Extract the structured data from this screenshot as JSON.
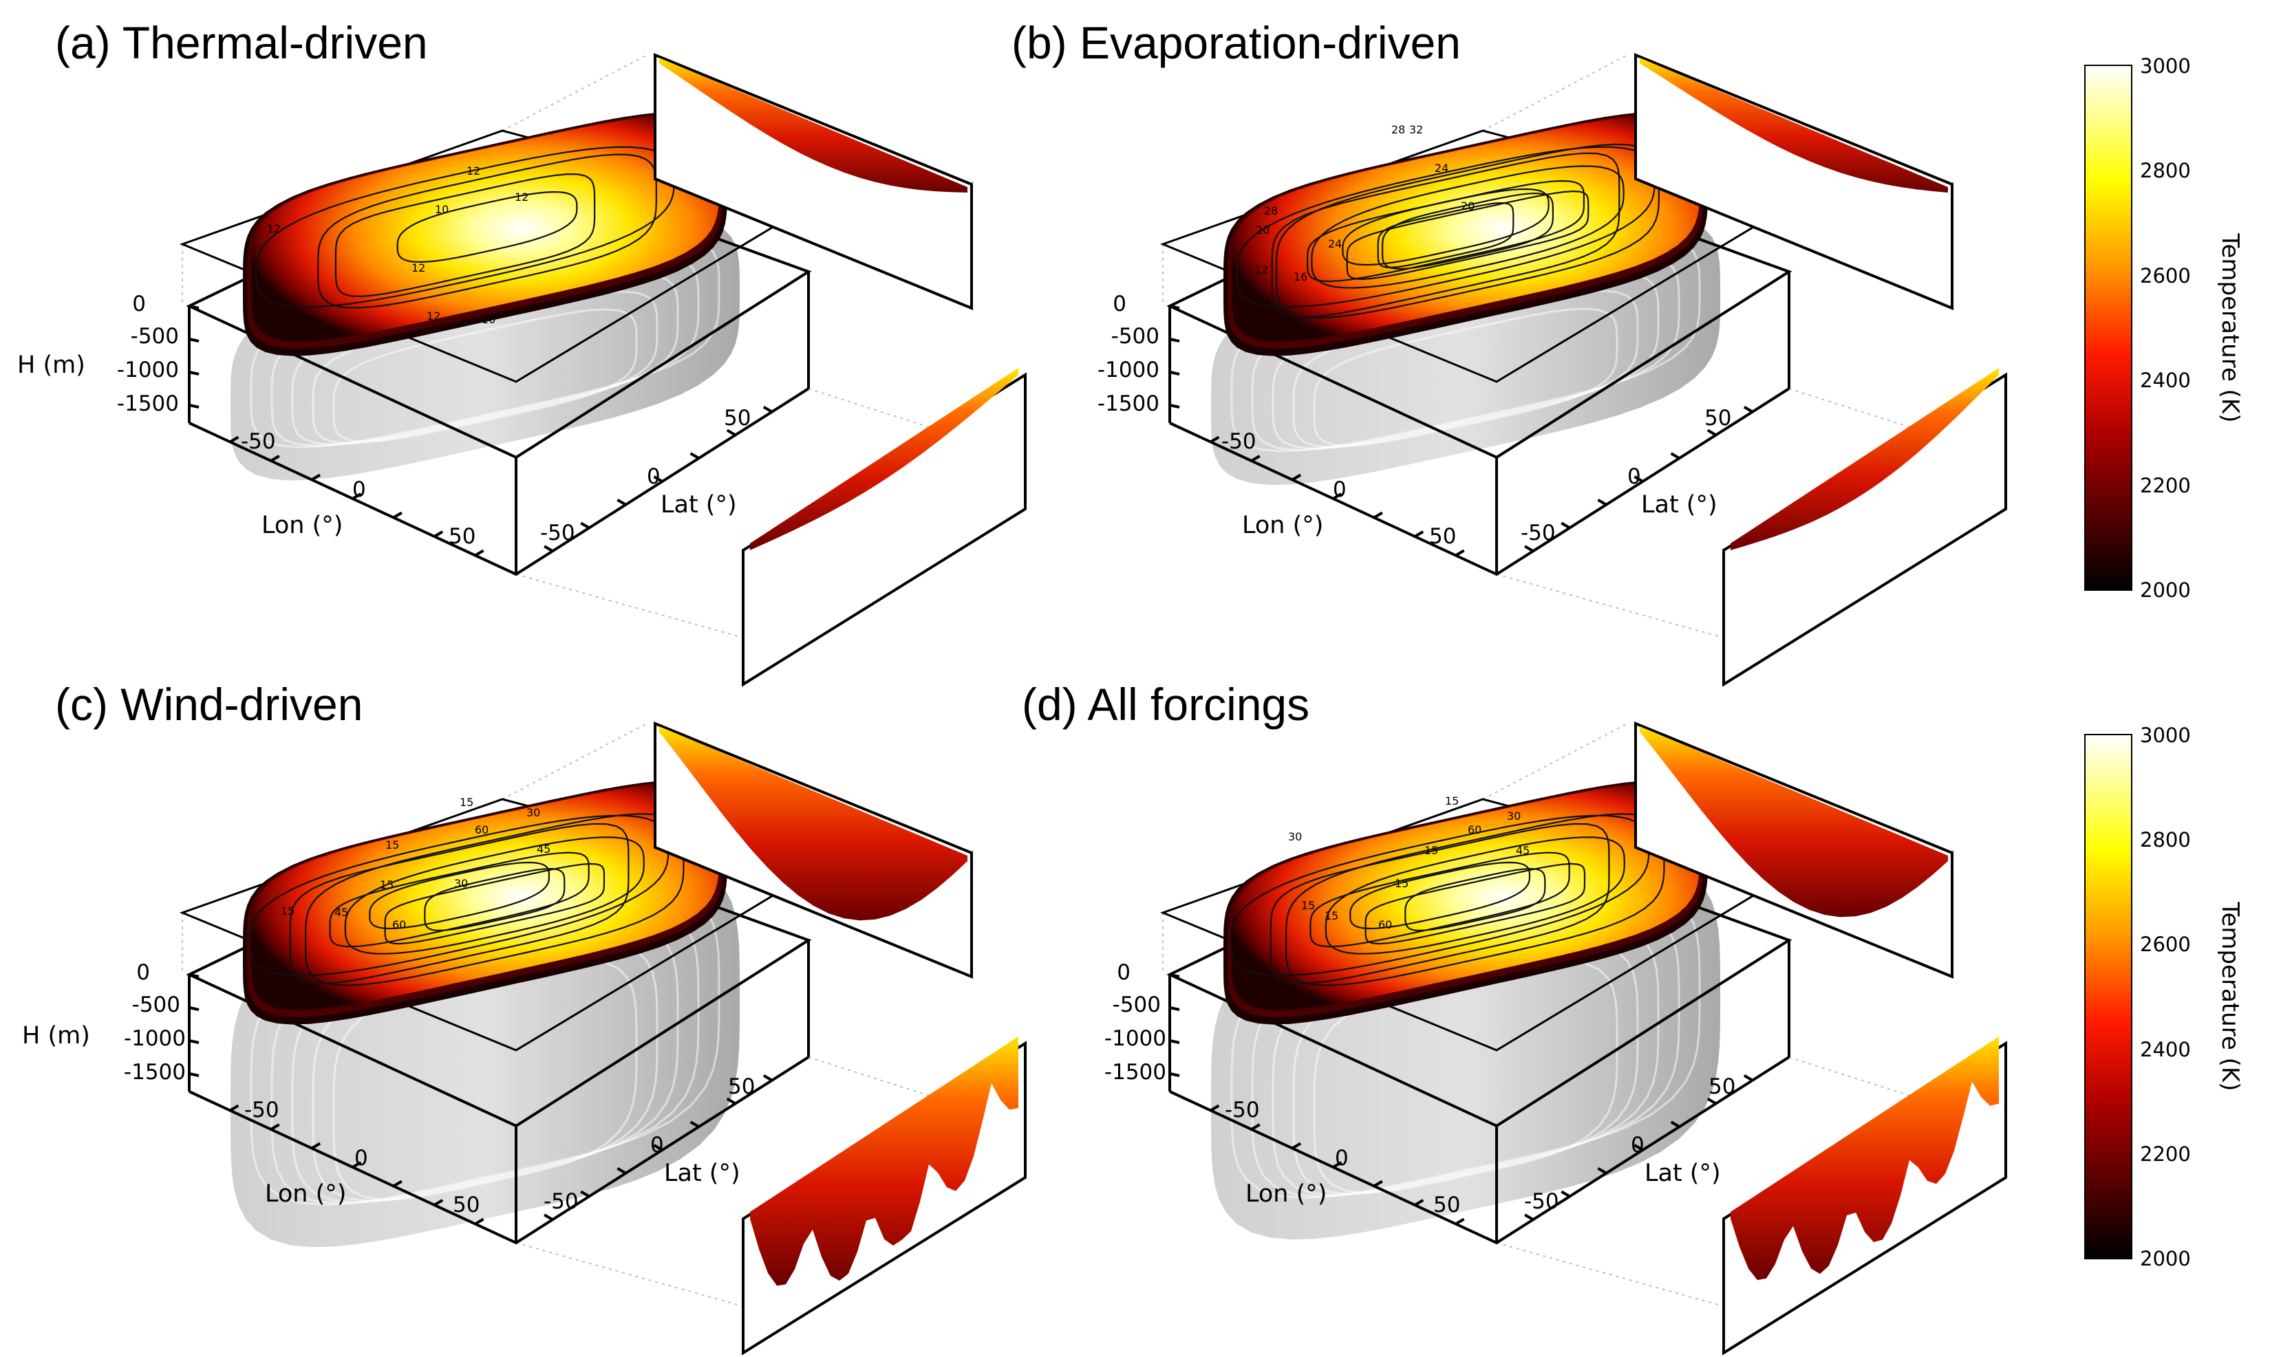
{
  "chart_data": [
    {
      "type": "surface3d",
      "title": "(a) Thermal-driven",
      "xlabel": "Lon (°)",
      "ylabel": "Lat (°)",
      "zlabel": "H (m)",
      "x_ticks": [
        "-50",
        "0",
        "50"
      ],
      "y_ticks": [
        "-50",
        "0",
        "50"
      ],
      "z_ticks": [
        "0",
        "-500",
        "-1000",
        "-1500"
      ],
      "zlim": [
        -1700,
        0
      ],
      "contour_labels": [
        "12",
        "10",
        "12",
        "12",
        "12",
        "10",
        "12"
      ],
      "contour_levels": 4,
      "depth_extent": 0.35,
      "east_profile_depth": 0.18,
      "south_profile_depth": 0.2,
      "profile_ridges": 0
    },
    {
      "type": "surface3d",
      "title": "(b) Evaporation-driven",
      "xlabel": "Lon (°)",
      "ylabel": "Lat (°)",
      "zlabel": "",
      "x_ticks": [
        "-50",
        "0",
        "50"
      ],
      "y_ticks": [
        "-50",
        "0",
        "50"
      ],
      "z_ticks": [
        "0",
        "-500",
        "-1000",
        "-1500"
      ],
      "zlim": [
        -1700,
        0
      ],
      "contour_labels": [
        "28",
        "32",
        "24",
        "20",
        "28",
        "24",
        "20",
        "16",
        "12"
      ],
      "contour_levels": 9,
      "depth_extent": 0.38,
      "east_profile_depth": 0.15,
      "south_profile_depth": 0.35,
      "profile_ridges": 0
    },
    {
      "type": "surface3d",
      "title": "(c) Wind-driven",
      "xlabel": "Lon (°)",
      "ylabel": "Lat (°)",
      "zlabel": "H (m)",
      "x_ticks": [
        "-50",
        "0",
        "50"
      ],
      "y_ticks": [
        "-50",
        "0",
        "50"
      ],
      "z_ticks": [
        "0",
        "-500",
        "-1000",
        "-1500"
      ],
      "zlim": [
        -1700,
        0
      ],
      "contour_labels": [
        "15",
        "30",
        "60",
        "15",
        "45",
        "15",
        "30",
        "45",
        "60",
        "15"
      ],
      "contour_levels": 8,
      "depth_extent": 1.0,
      "east_profile_depth": 0.62,
      "south_profile_depth": 0.75,
      "profile_ridges": 1
    },
    {
      "type": "surface3d",
      "title": "(d) All forcings",
      "xlabel": "Lon (°)",
      "ylabel": "Lat (°)",
      "zlabel": "",
      "x_ticks": [
        "-50",
        "0",
        "50"
      ],
      "y_ticks": [
        "-50",
        "0",
        "50"
      ],
      "z_ticks": [
        "0",
        "-500",
        "-1000",
        "-1500"
      ],
      "zlim": [
        -1700,
        0
      ],
      "contour_labels": [
        "15",
        "60",
        "30",
        "15",
        "45",
        "15",
        "15",
        "15",
        "60",
        "30"
      ],
      "contour_levels": 8,
      "depth_extent": 0.95,
      "east_profile_depth": 0.6,
      "south_profile_depth": 0.7,
      "profile_ridges": 1
    }
  ],
  "colorbars": [
    {
      "label": "Temperature (K)",
      "ticks": [
        "3000",
        "2800",
        "2600",
        "2400",
        "2200",
        "2000"
      ],
      "min": 2000,
      "max": 3000
    },
    {
      "label": "Temperature (K)",
      "ticks": [
        "3000",
        "2800",
        "2600",
        "2400",
        "2200",
        "2000"
      ],
      "min": 2000,
      "max": 3000
    }
  ],
  "colormap": "hot",
  "colors": {
    "shadow": "#9a9a9a",
    "grid": "#bfbfbf",
    "frame": "#000000"
  }
}
